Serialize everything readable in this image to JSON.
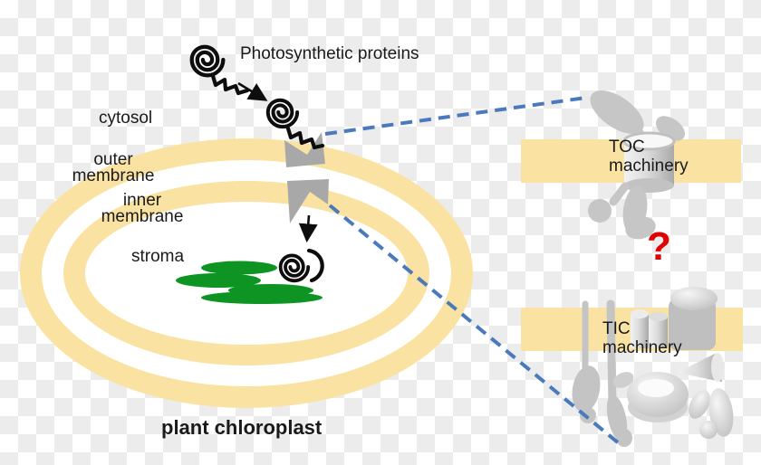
{
  "import_pathway": {
    "cargo_label": "Photosynthetic proteins"
  },
  "chloroplast": {
    "label": "plant chloroplast",
    "region_labels": {
      "cytosol": "cytosol",
      "outer_membrane": "outer\nmembrane",
      "inner_membrane": "inner\nmembrane",
      "stroma": "stroma"
    }
  },
  "machinery": {
    "toc_label": "TOC\nmachinery",
    "tic_label": "TIC\nmachinery",
    "unknown_marker": "?"
  },
  "colors": {
    "membrane_yellow": "#FAE3A2",
    "machinery_gray": "#C6C6C6",
    "channel_gray": "#A8A8A8",
    "link_dash_blue": "#4A7ABC",
    "question_red": "#DF0000",
    "thylakoid_green": "#0E9422",
    "protein_black": "#0D0D0D",
    "checker_gray": "#ECECEC"
  }
}
